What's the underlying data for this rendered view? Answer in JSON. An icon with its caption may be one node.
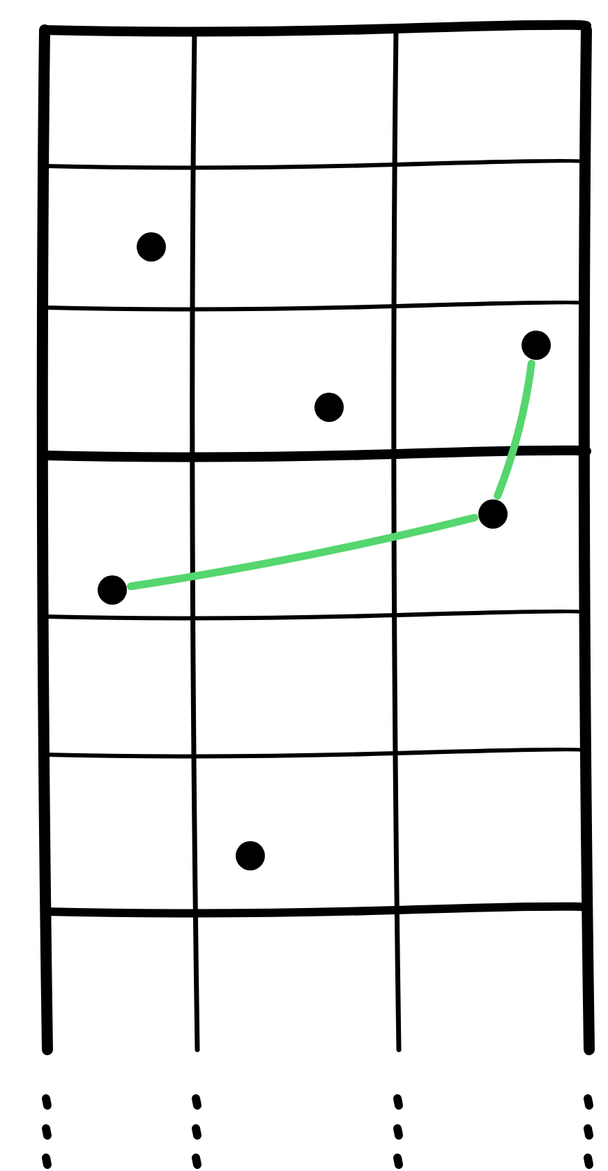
{
  "diagram": {
    "nodes": [
      {
        "text": [],
        "shape": "circle"
      },
      {
        "text": [],
        "shape": "circle"
      },
      {
        "text": [],
        "shape": "circle"
      },
      {
        "text": [],
        "shape": "circle"
      },
      {
        "text": [],
        "shape": "circle"
      },
      {
        "text": [],
        "shape": "circle"
      }
    ],
    "edges": [
      {
        "from": 1,
        "to": 3,
        "arrow": "none"
      },
      {
        "from": 3,
        "to": 4,
        "arrow": "none"
      }
    ]
  }
}
